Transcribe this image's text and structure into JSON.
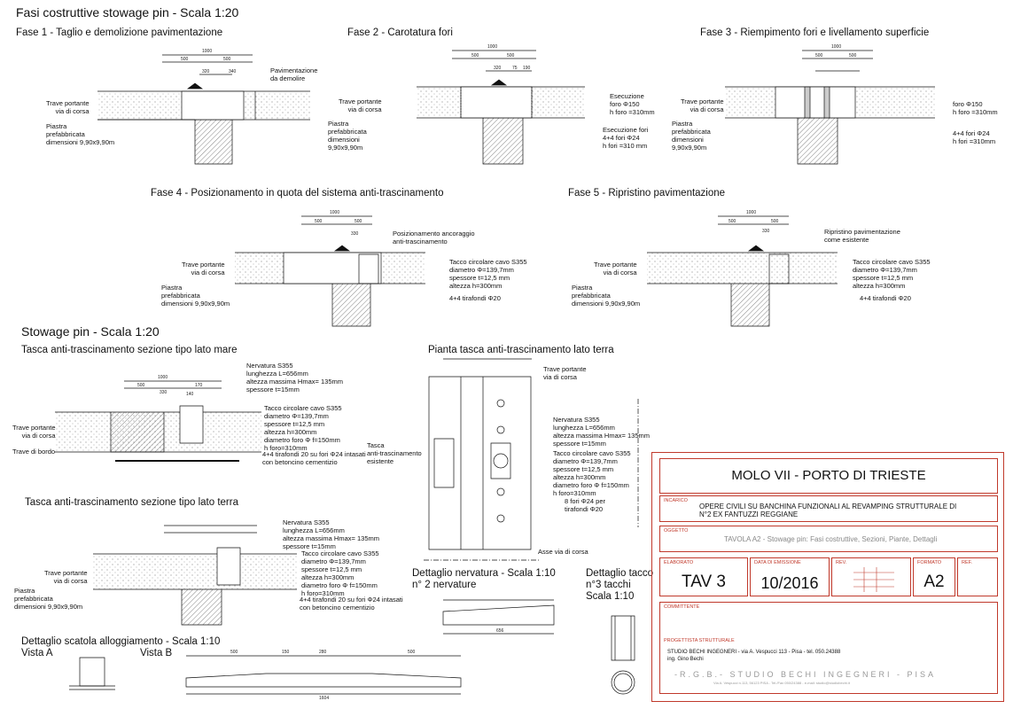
{
  "headings": {
    "fasi": "Fasi costruttive stowage pin - Scala 1:20",
    "fase1": "Fase 1 - Taglio e demolizione pavimentazione",
    "fase2": "Fase 2 - Carotatura fori",
    "fase3": "Fase 3 - Riempimento fori e livellamento superficie",
    "fase4": "Fase 4 - Posizionamento in quota del sistema anti-trascinamento",
    "fase5": "Fase 5 - Ripristino pavimentazione",
    "stowage": "Stowage pin - Scala 1:20",
    "tasca_mare": "Tasca anti-trascinamento sezione tipo lato mare",
    "tasca_terra": "Tasca anti-trascinamento sezione tipo lato terra",
    "pianta": "Pianta tasca anti-trascinamento lato terra",
    "dett_nerv": "Dettaglio nervatura - Scala 1:10",
    "dett_nerv_sub": "n° 2 nervature",
    "dett_tacco": "Dettaglio tacco",
    "dett_tacco_sub": "n°3 tacchi",
    "dett_tacco_scala": "Scala 1:10",
    "dett_scatola": "Dettaglio scatola alloggiamento - Scala 1:10",
    "vista_a": "Vista A",
    "vista_b": "Vista B"
  },
  "labels": {
    "trave_via": "Trave portante\nvia di corsa",
    "piastra": "Piastra\nprefabbricata\ndimensioni 9,90x9,90m",
    "piastra3": "Piastra\nprefabbricata\ndimensioni\n9,90x9,90m",
    "pav_demolire": "Pavimentazione\nda demolire",
    "esec_foro": "Esecuzione\nforo Φ150\nh foro =310mm",
    "esec_fori": "Esecuzione fori\n4+4 fori Φ24\nh fori =310 mm",
    "foro150": "foro Φ150\nh foro =310mm",
    "fori24": "4+4 fori Φ24\nh fori =310mm",
    "pos_anc": "Posizionamento ancoraggio\nanti-trascinamento",
    "tacco": "Tacco circolare cavo S355\ndiametro Φ=139,7mm\nspessore t=12,5 mm\naltezza h=300mm",
    "tirafondi": "4+4 tirafondi Φ20",
    "ripristino": "Ripristino pavimentazione\ncome esistente",
    "nervatura": "Nervatura S355\nlunghezza L=656mm\naltezza massima Hmax= 135mm\nspessore t=15mm",
    "tacco_full": "Tacco circolare cavo S355\ndiametro Φ=139,7mm\nspessore t=12,5 mm\naltezza h=300mm\ndiametro foro Φ f=150mm\nh foro=310mm",
    "trave_bordo": "Trave di bordo",
    "tirafondi20": "4+4 tirafondi 20 su fori Φ24 intasati\ncon betoncino cementizio",
    "tasca_esist": "Tasca\nanti-trascinamento\nesistente",
    "fori_8": "8 fori Φ24 per\ntirafondi Φ20",
    "asse": "Asse via di corsa",
    "trave_via2": "Trave portante\nvia di corsa"
  },
  "title_block": {
    "project": "MOLO VII - PORTO DI TRIESTE",
    "incarico_cap": "INCARICO",
    "incarico": "OPERE CIVILI SU BANCHINA FUNZIONALI AL REVAMPING STRUTTURALE DI\nN°2 EX FANTUZZI REGGIANE",
    "oggetto_cap": "OGGETTO",
    "oggetto": "TAVOLA A2 - Stowage pin: Fasi costruttive, Sezioni, Piante, Dettagli",
    "elaborato_cap": "ELABORATO",
    "elaborato": "TAV 3",
    "data_cap": "DATA DI EMISSIONE",
    "data": "10/2016",
    "rev_cap": "REV.",
    "formato_cap": "FORMATO",
    "formato": "A2",
    "ref_cap": "REF.",
    "committente_cap": "COMMITTENTE",
    "progettista_cap": "PROGETTISTA STRUTTURALE",
    "studio": "STUDIO BECHI INGEGNERI - via A. Vespucci 113 - Pisa - tel. 050.24388",
    "ing": "ing. Gino Bechi",
    "footer": "-R.G.B.- STUDIO BECHI INGEGNERI - PISA",
    "footer_small": "Via A. Vespucci n.113, 56123 PISA - Tel./Fax 050/24388 - e-mail: studio@studiobechi.it"
  },
  "dims": {
    "d1000": "1000",
    "d500": "500",
    "d320": "320",
    "d340": "340",
    "d75": "75",
    "d190": "190",
    "d330": "330",
    "d140": "140",
    "d170": "170",
    "d656": "656",
    "d1604": "1604",
    "d280": "280",
    "d150": "150"
  },
  "colors": {
    "red": "#c0392b",
    "line": "#111111"
  }
}
